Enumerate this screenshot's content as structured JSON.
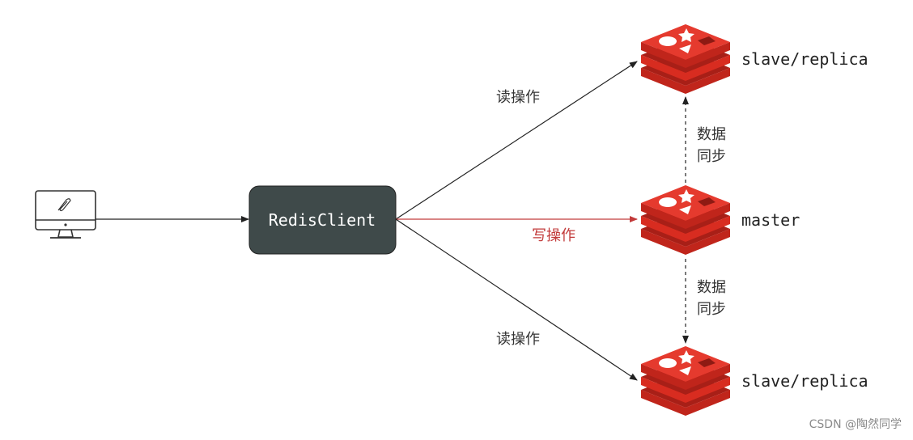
{
  "client": {
    "icon": "computer-monitor-icon"
  },
  "redis_client": {
    "label": "RedisClient"
  },
  "operations": {
    "read_top": "读操作",
    "write": "写操作",
    "read_bottom": "读操作"
  },
  "sync": {
    "top": [
      "数据",
      "同步"
    ],
    "bottom": [
      "数据",
      "同步"
    ]
  },
  "nodes": {
    "slave_top": {
      "label": "slave/replica",
      "icon": "redis-logo-icon"
    },
    "master": {
      "label": "master",
      "icon": "redis-logo-icon"
    },
    "slave_bottom": {
      "label": "slave/replica",
      "icon": "redis-logo-icon"
    }
  },
  "colors": {
    "box": "#3f4a4a",
    "write": "#c23a3a",
    "redis_red": "#d82c20",
    "arrow": "#222222"
  },
  "watermark": "CSDN @陶然同学"
}
